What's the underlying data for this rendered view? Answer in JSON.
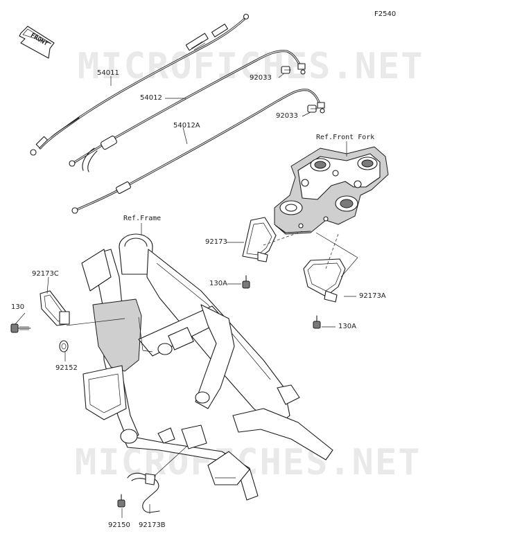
{
  "diagram": {
    "code": "F2540",
    "direction_badge": "FRONT",
    "watermarks": [
      "MICROFICHES.NET",
      "MICROFICHES.NET"
    ],
    "references": {
      "front_fork": "Ref.Front Fork",
      "frame": "Ref.Frame"
    },
    "part_labels": {
      "p54011": "54011",
      "p54012": "54012",
      "p54012a": "54012A",
      "p92033_top": "92033",
      "p92033_mid": "92033",
      "p92173": "92173",
      "p130a_upper": "130A",
      "p92173a": "92173A",
      "p130a_lower": "130A",
      "p92173c": "92173C",
      "p130": "130",
      "p92152": "92152",
      "p92150": "92150",
      "p92173b": "92173B"
    }
  }
}
